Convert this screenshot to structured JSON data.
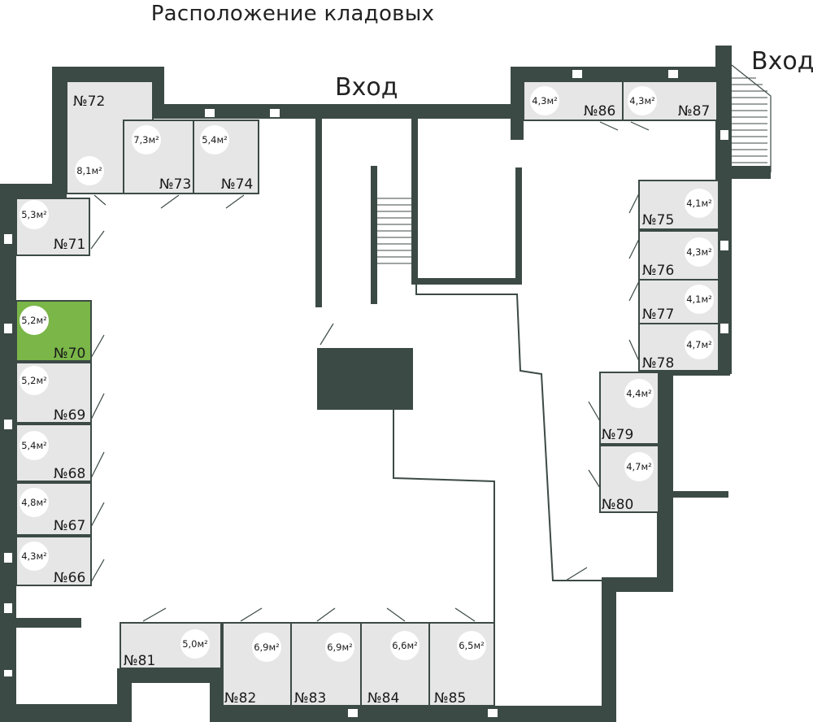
{
  "title": "Расположение кладовых",
  "entrance_main": "Вход",
  "entrance_side": "Вход",
  "colors": {
    "wall": "#3c4a46",
    "room": "#e6e6e6",
    "selected": "#7ab648"
  },
  "selected_room": "№70",
  "rooms": [
    {
      "num": "№72",
      "area": "8,1м²"
    },
    {
      "num": "№73",
      "area": "7,3м²"
    },
    {
      "num": "№74",
      "area": "5,4м²"
    },
    {
      "num": "№71",
      "area": "5,3м²"
    },
    {
      "num": "№70",
      "area": "5,2м²"
    },
    {
      "num": "№69",
      "area": "5,2м²"
    },
    {
      "num": "№68",
      "area": "5,4м²"
    },
    {
      "num": "№67",
      "area": "4,8м²"
    },
    {
      "num": "№66",
      "area": "4,3м²"
    },
    {
      "num": "№81",
      "area": "5,0м²"
    },
    {
      "num": "№82",
      "area": "6,9м²"
    },
    {
      "num": "№83",
      "area": "6,9м²"
    },
    {
      "num": "№84",
      "area": "6,6м²"
    },
    {
      "num": "№85",
      "area": "6,5м²"
    },
    {
      "num": "№86",
      "area": "4,3м²"
    },
    {
      "num": "№87",
      "area": "4,3м²"
    },
    {
      "num": "№75",
      "area": "4,1м²"
    },
    {
      "num": "№76",
      "area": "4,3м²"
    },
    {
      "num": "№77",
      "area": "4,1м²"
    },
    {
      "num": "№78",
      "area": "4,7м²"
    },
    {
      "num": "№79",
      "area": "4,4м²"
    },
    {
      "num": "№80",
      "area": "4,7м²"
    }
  ]
}
